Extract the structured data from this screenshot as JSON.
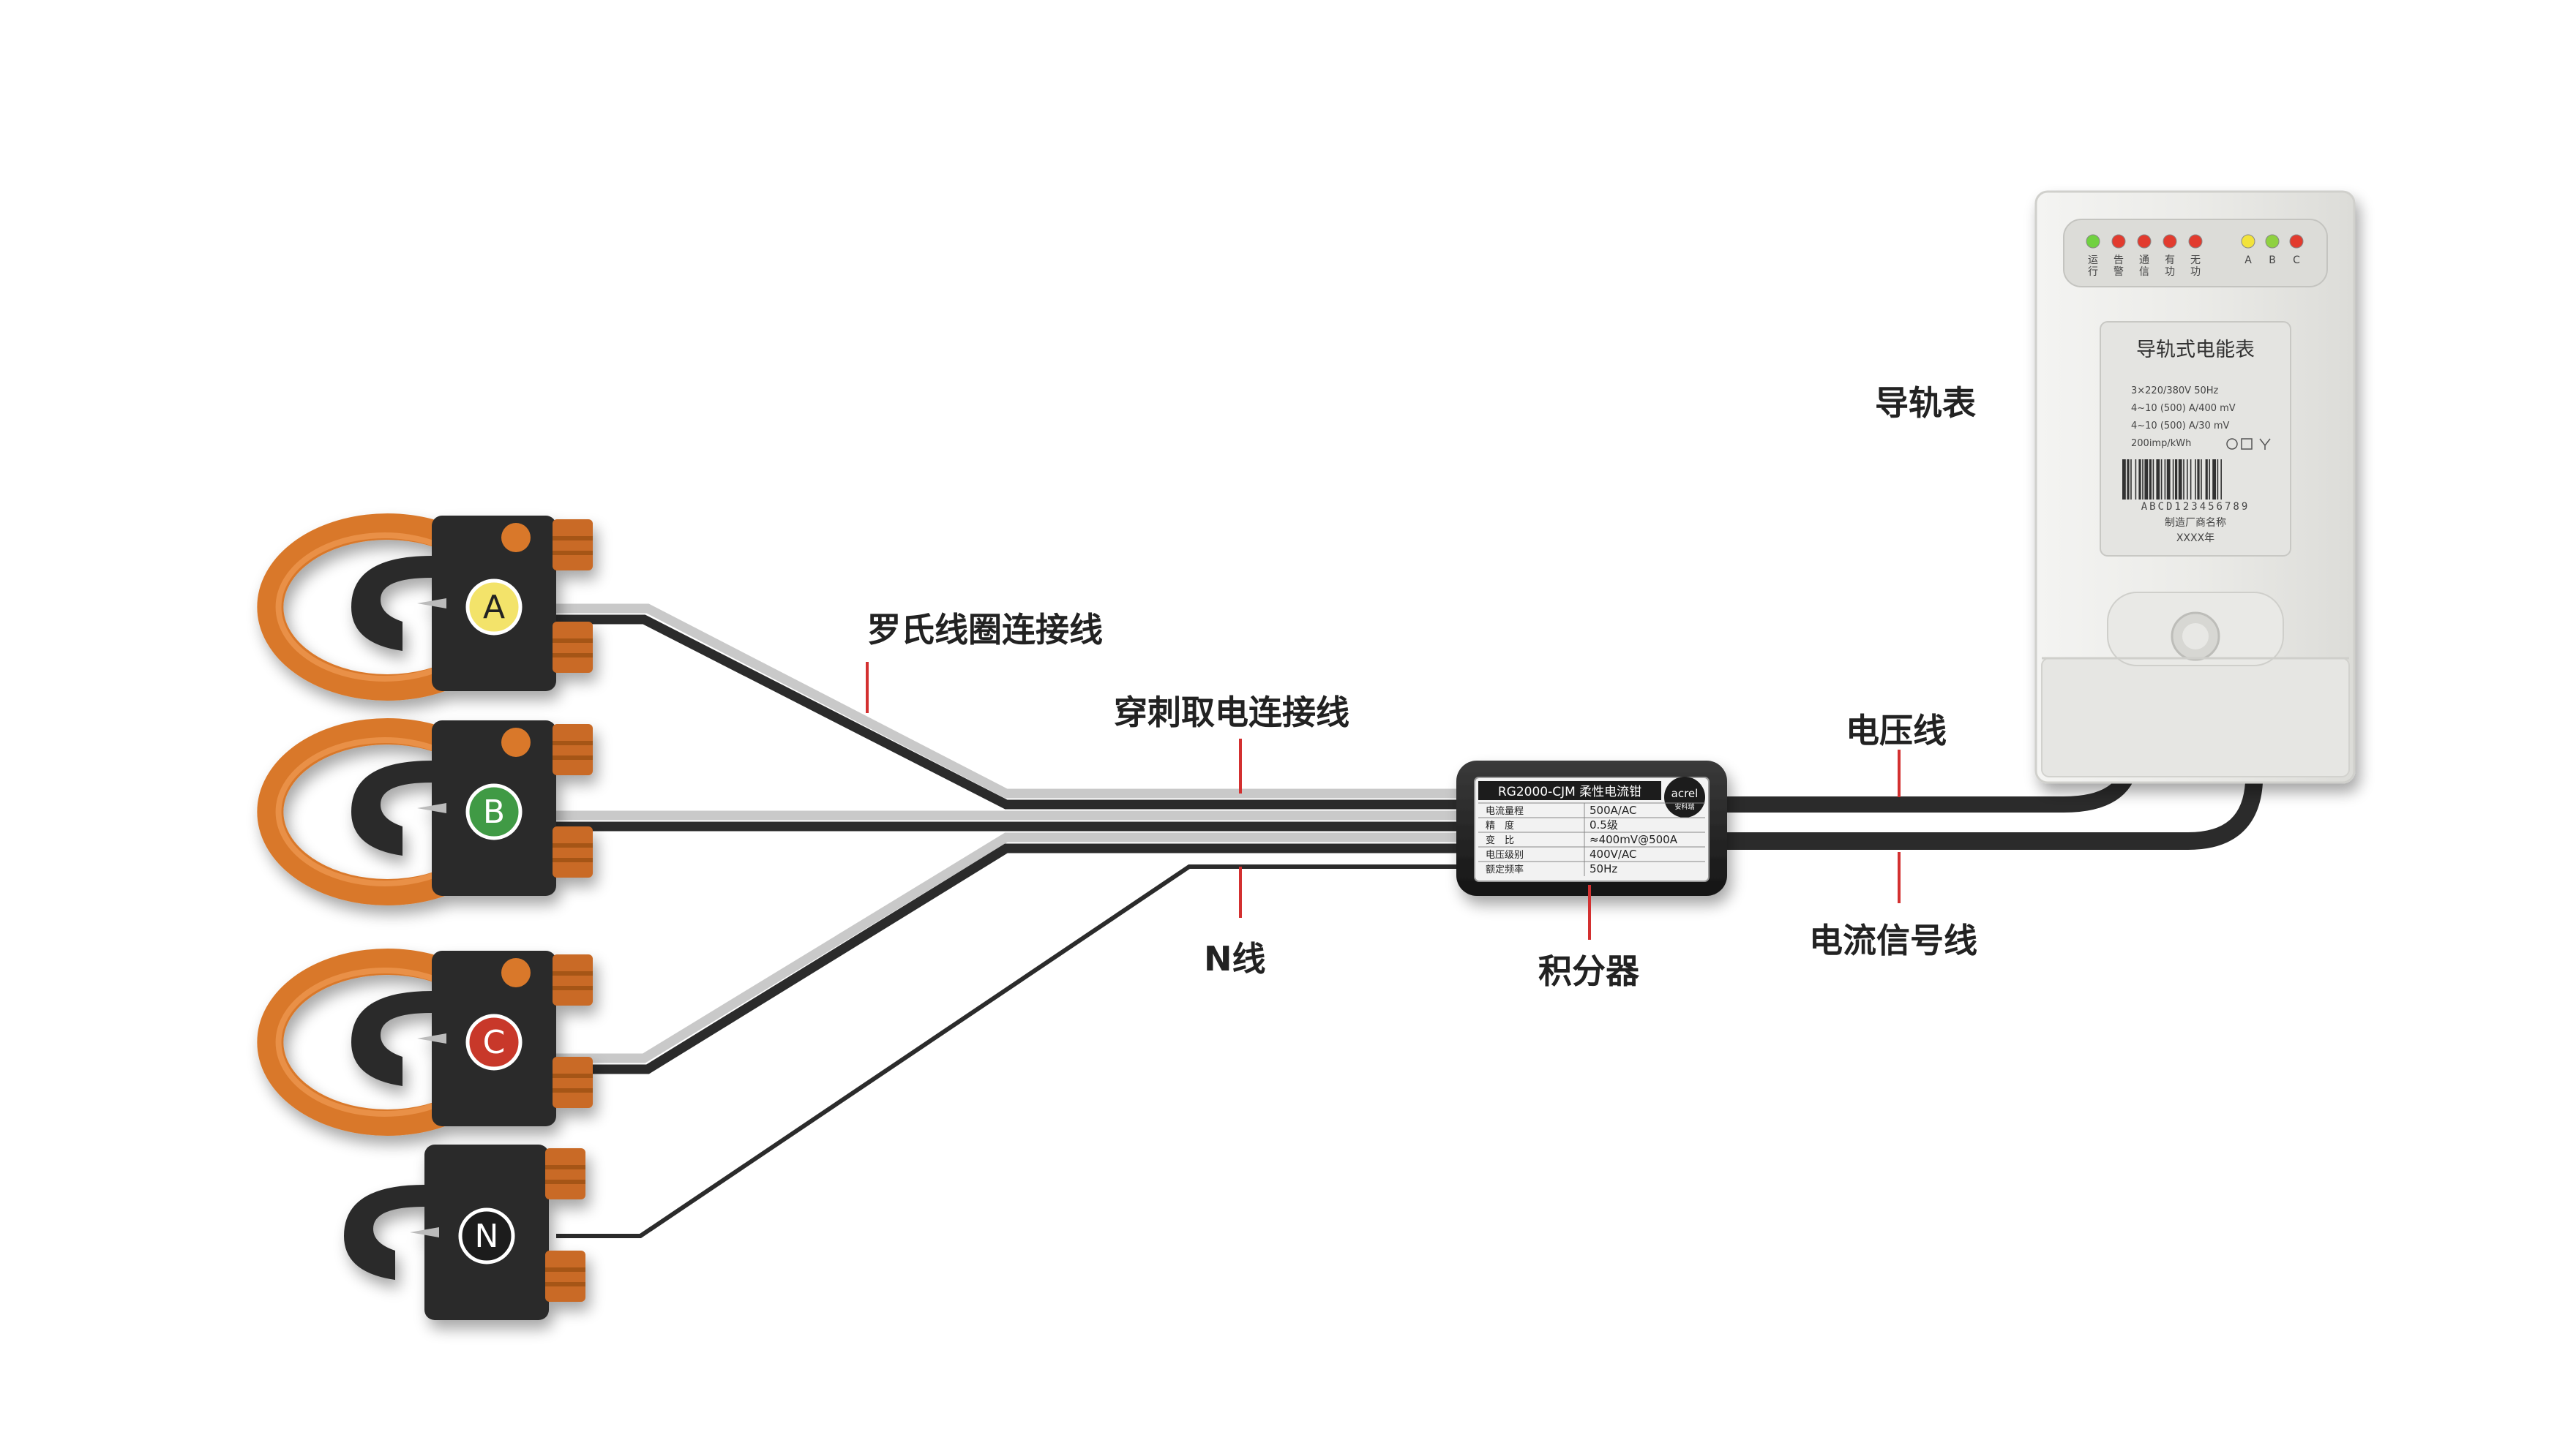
{
  "labels": {
    "meter": "导轨表",
    "rogowski_wire": "罗氏线圈连接线",
    "pierce_wire": "穿刺取电连接线",
    "n_wire": "N线",
    "integrator": "积分器",
    "voltage_wire": "电压线",
    "current_signal_wire": "电流信号线"
  },
  "clamps": [
    {
      "letter": "A",
      "color": "#f3e36a",
      "letter_color": "#222222"
    },
    {
      "letter": "B",
      "color": "#3f9a44",
      "letter_color": "#ffffff"
    },
    {
      "letter": "C",
      "color": "#c8392b",
      "letter_color": "#ffffff"
    },
    {
      "letter": "N",
      "color": "#1a1a1a",
      "letter_color": "#ffffff"
    }
  ],
  "integrator": {
    "model": "RG2000-CJM 柔性电流钳",
    "logo_text": "acrel",
    "logo_sub": "安科瑞",
    "specs": [
      {
        "key": "电流量程",
        "value": "500A/AC"
      },
      {
        "key": "精　度",
        "value": "0.5级"
      },
      {
        "key": "变　比",
        "value": "≈400mV@500A"
      },
      {
        "key": "电压级别",
        "value": "400V/AC"
      },
      {
        "key": "额定频率",
        "value": "50Hz"
      }
    ]
  },
  "meter": {
    "leds": [
      {
        "label": "运行",
        "color": "#6fd13f"
      },
      {
        "label": "告警",
        "color": "#e23a2f"
      },
      {
        "label": "通信",
        "color": "#e23a2f"
      },
      {
        "label": "有功",
        "color": "#e23a2f"
      },
      {
        "label": "无功",
        "color": "#e23a2f"
      },
      {
        "label": "A",
        "color": "#f2e33a"
      },
      {
        "label": "B",
        "color": "#8fd13f"
      },
      {
        "label": "C",
        "color": "#e23a2f"
      }
    ],
    "title": "导轨式电能表",
    "spec_lines": [
      "3×220/380V 50Hz",
      "4~10 (500) A/400 mV",
      "4~10 (500) A/30 mV",
      "200imp/kWh"
    ],
    "barcode_text": "ABCD123456789",
    "manufacturer": "制造厂商名称",
    "year": "XXXX年"
  },
  "colors": {
    "coil": "#d9782a",
    "clamp_body": "#2a2a2a",
    "connector": "#c96a25",
    "cable_dark": "#2b2b2b",
    "cable_light": "#c9c9c9",
    "pointer": "#d33030",
    "meter_body": "#ececea"
  }
}
